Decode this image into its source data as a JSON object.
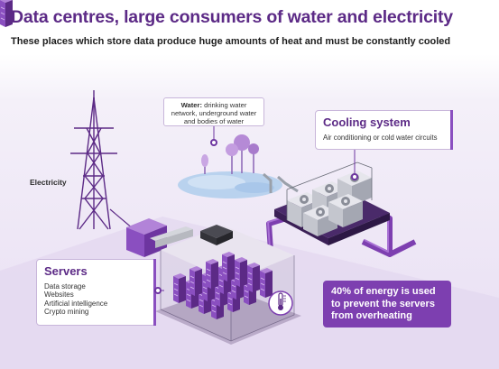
{
  "header": {
    "title": "Data centres, large consumers of water and electricity",
    "subtitle": "These places which store data produce huge amounts of heat and must be constantly cooled"
  },
  "labels": {
    "electricity": "Electricity"
  },
  "water": {
    "label": "Water:",
    "text": " drinking water network, underground water and bodies of water"
  },
  "cooling": {
    "title": "Cooling system",
    "description": "Air conditioning or cold water circuits"
  },
  "servers": {
    "title": "Servers",
    "items": [
      "Data storage",
      "Websites",
      "Artificial intelligence",
      "Crypto mining"
    ]
  },
  "energy_note": "40% of energy is used to prevent the servers from overheating",
  "colors": {
    "title": "#5c2a86",
    "accent": "#7d3fb0",
    "background": "#ece4f4",
    "pipe": "#7d3fb0",
    "water": "#bcd4ef"
  },
  "icons": [
    "electricity-pylon-icon",
    "thermometer-icon",
    "server-rack-icon",
    "cooling-unit-icon",
    "tree-icon"
  ]
}
